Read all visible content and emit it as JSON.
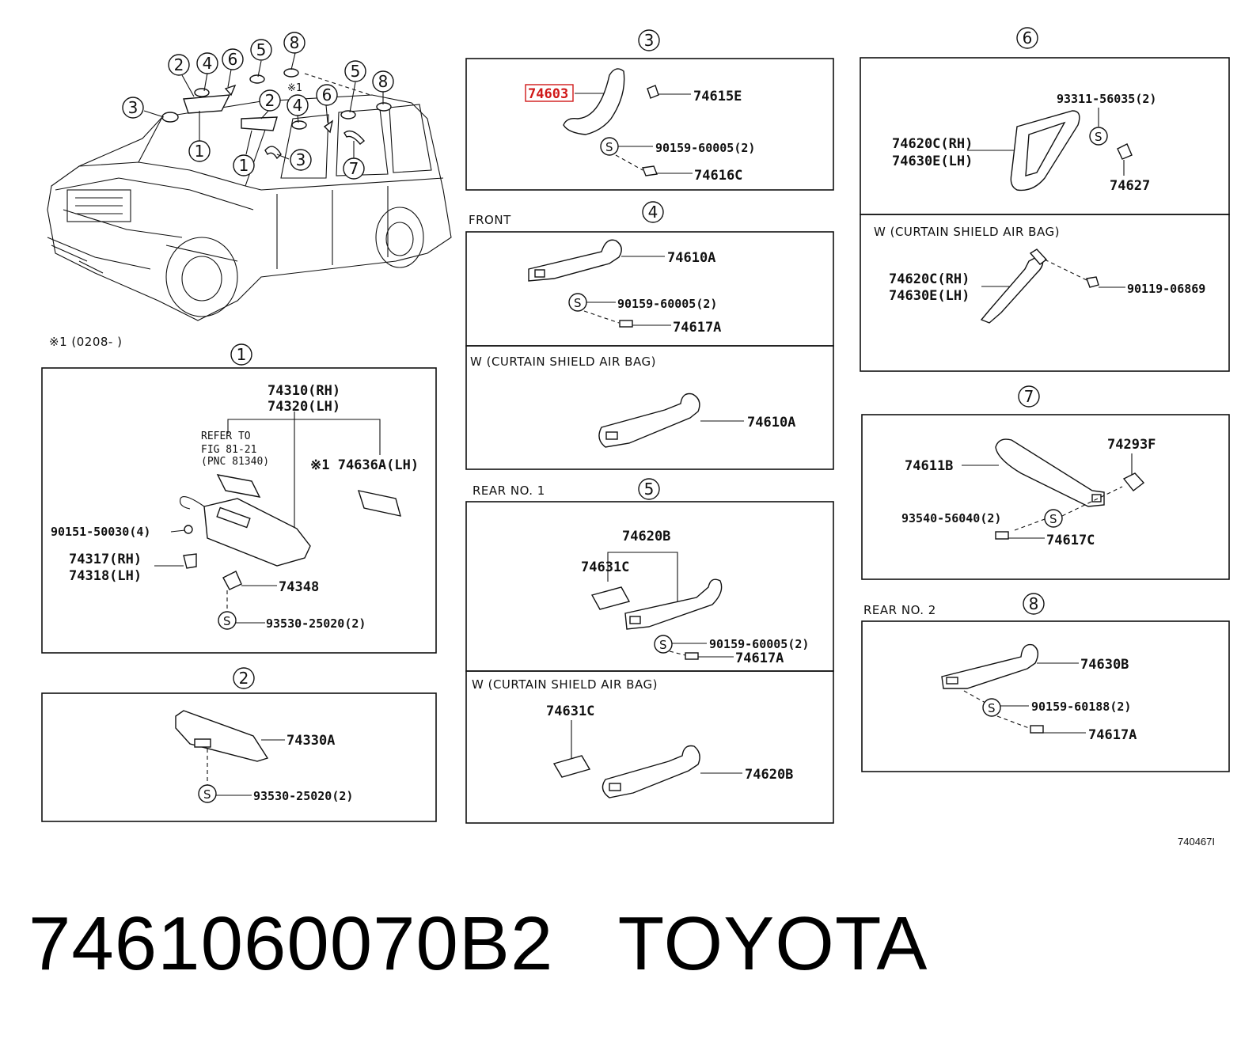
{
  "footer": {
    "part_number": "7461060070B2",
    "brand": "TOYOTA"
  },
  "figure_id": "740467I",
  "vehicle": {
    "note": "※1 (0208-    )",
    "star_label": "※1",
    "callouts": [
      "2",
      "4",
      "6",
      "5",
      "8",
      "3",
      "1",
      "2",
      "4",
      "6",
      "5",
      "8",
      "1",
      "3",
      "7"
    ]
  },
  "sections": {
    "s1": {
      "index": "1",
      "labels": [
        "74310(RH)",
        "74320(LH)",
        "REFER TO",
        "FIG 81-21",
        "(PNC 81340)",
        "※1 74636A(LH)",
        "90151-50030(4)",
        "74317(RH)",
        "74318(LH)",
        "74348",
        "S",
        "93530-25020(2)"
      ]
    },
    "s2": {
      "index": "2",
      "labels": [
        "74330A",
        "S",
        "93530-25020(2)"
      ]
    },
    "s3": {
      "index": "3",
      "labels": [
        "74603",
        "74615E",
        "S",
        "90159-60005(2)",
        "74616C"
      ],
      "highlight": "74603"
    },
    "s4": {
      "index": "4",
      "header": "FRONT",
      "variant": "W (CURTAIN SHIELD AIR BAG)",
      "labels": [
        "74610A",
        "S",
        "90159-60005(2)",
        "74617A",
        "74610A"
      ]
    },
    "s5": {
      "index": "5",
      "header": "REAR  NO. 1",
      "variant": "W (CURTAIN SHIELD AIR BAG)",
      "labels": [
        "74620B",
        "74631C",
        "S",
        "90159-60005(2)",
        "74617A",
        "74631C",
        "74620B"
      ]
    },
    "s6": {
      "index": "6",
      "variant": "W (CURTAIN SHIELD AIR BAG)",
      "labels": [
        "93311-56035(2)",
        "74620C(RH)",
        "74630E(LH)",
        "S",
        "74627",
        "74620C(RH)",
        "74630E(LH)",
        "90119-06869"
      ]
    },
    "s7": {
      "index": "7",
      "labels": [
        "74293F",
        "74611B",
        "93540-56040(2)",
        "S",
        "74617C"
      ]
    },
    "s8": {
      "index": "8",
      "header": "REAR  NO. 2",
      "labels": [
        "74630B",
        "S",
        "90159-60188(2)",
        "74617A"
      ]
    }
  }
}
